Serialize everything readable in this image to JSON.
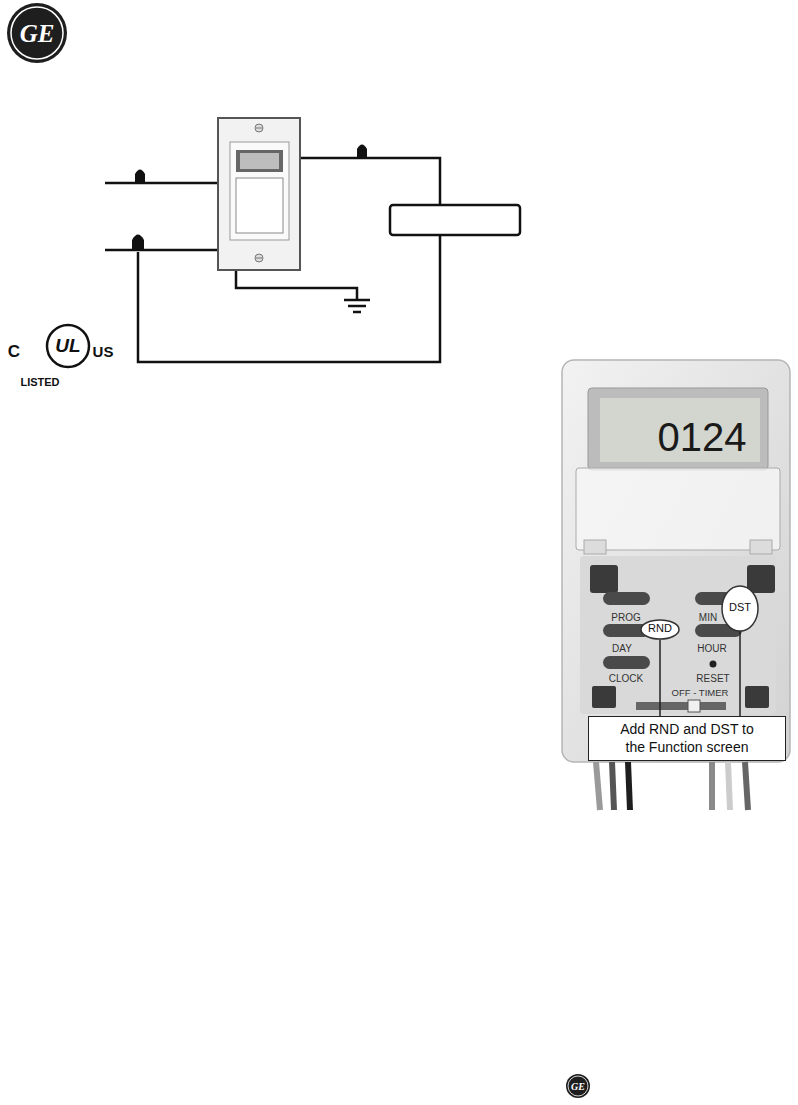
{
  "diagram": {
    "nodes": [
      {
        "text": [
          "RND"
        ]
      },
      {
        "text": [
          "DST"
        ]
      },
      {
        "text": [
          "Add RND and DST to the Function screen"
        ]
      }
    ],
    "edges": [
      {
        "from": 2,
        "to": 0,
        "arrow": "none"
      },
      {
        "from": 2,
        "to": 1,
        "arrow": "none"
      }
    ],
    "labels": [
      "GE",
      "C",
      "UL",
      "US",
      "LISTED",
      "0124",
      "PROG",
      "MIN",
      "DAY",
      "HOUR",
      "CLOCK",
      "RESET",
      "OFF - TIMER",
      "GE"
    ]
  }
}
